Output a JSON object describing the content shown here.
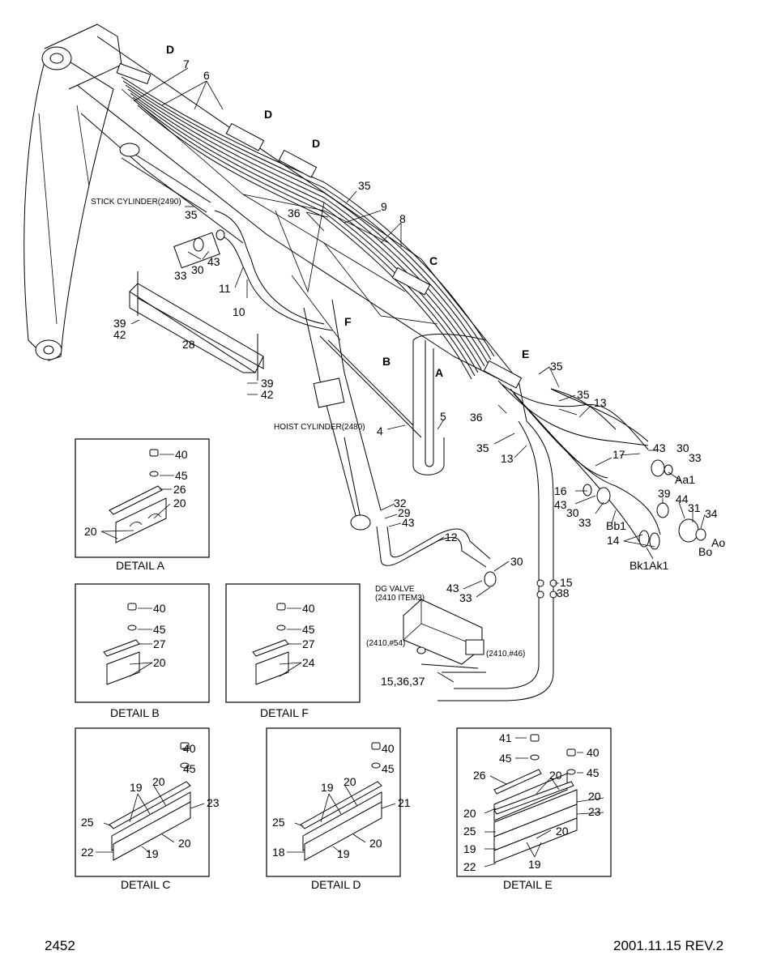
{
  "drawing": {
    "callouts": {
      "D1": "D",
      "D2": "D",
      "D3": "D",
      "C": "C",
      "E": "E",
      "A": "A",
      "B": "B",
      "F": "F",
      "n7": "7",
      "n6": "6",
      "n35a": "35",
      "n36a": "36",
      "n9": "9",
      "n8": "8",
      "n35b": "35",
      "n33a": "33",
      "n30a": "30",
      "n43a": "43",
      "n11": "11",
      "n10": "10",
      "n39a": "39",
      "n42a": "42",
      "n28": "28",
      "n39b": "39",
      "n42b": "42",
      "n4": "4",
      "n5": "5",
      "n36b": "36",
      "n35c": "35",
      "n35d": "35",
      "n35e": "35",
      "n13a": "13",
      "n13b": "13",
      "n17": "17",
      "n43b": "43",
      "n30b": "30",
      "n33b": "33",
      "n16": "16",
      "n43c": "43",
      "n30c": "30",
      "n33c": "33",
      "n39c": "39",
      "n44": "44",
      "n31": "31",
      "n34": "34",
      "n14": "14",
      "n32": "32",
      "n29": "29",
      "n43d": "43",
      "n12": "12",
      "n30d": "30",
      "n43e": "43",
      "n33d": "33",
      "n15": "15",
      "n38": "38",
      "n15_36_37": "15,36,37"
    },
    "port_labels": {
      "Aa1": "Aa1",
      "Bb1": "Bb1",
      "Bk1Ak1": "Bk1Ak1",
      "Ao": "Ao",
      "Bo": "Bo"
    },
    "annotations": {
      "stick_cylinder": "STICK CYLINDER(2490)",
      "hoist_cylinder": "HOIST CYLINDER(2480)",
      "dg_valve_1": "DG VALVE",
      "dg_valve_2": "(2410 ITEM3)",
      "ref54": "(2410,#54)",
      "ref46": "(2410,#46)"
    }
  },
  "details": {
    "A": {
      "title": "DETAIL A",
      "labels": [
        "40",
        "45",
        "26",
        "20",
        "20"
      ]
    },
    "B": {
      "title": "DETAIL B",
      "labels": [
        "40",
        "45",
        "27",
        "20"
      ]
    },
    "F": {
      "title": "DETAIL F",
      "labels": [
        "40",
        "45",
        "27",
        "24"
      ]
    },
    "C": {
      "title": "DETAIL C",
      "labels": [
        "40",
        "45",
        "20",
        "19",
        "25",
        "23",
        "20",
        "22",
        "19"
      ]
    },
    "D": {
      "title": "DETAIL D",
      "labels": [
        "40",
        "45",
        "20",
        "19",
        "25",
        "21",
        "20",
        "18",
        "19"
      ]
    },
    "E": {
      "title": "DETAIL E",
      "labels": [
        "41",
        "45",
        "40",
        "45",
        "26",
        "20",
        "20",
        "20",
        "23",
        "25",
        "19",
        "20",
        "22",
        "19"
      ]
    }
  },
  "footer": {
    "page_number": "2452",
    "revision": "2001.11.15  REV.2"
  }
}
